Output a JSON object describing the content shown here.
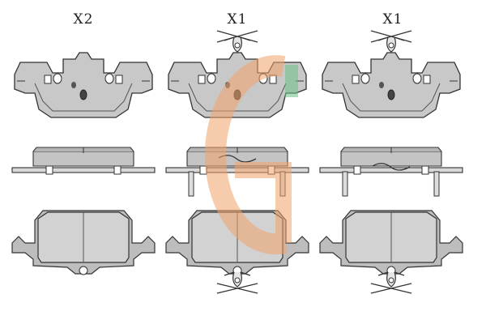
{
  "quantities": [
    "X2",
    "X1",
    "X1"
  ],
  "colors": {
    "pad_fill": "#cfcfcf",
    "backplate_fill": "#bdbdbd",
    "outline": "#333333",
    "watermark_orange": "#f2a36a",
    "watermark_green": "#6dbf86"
  }
}
